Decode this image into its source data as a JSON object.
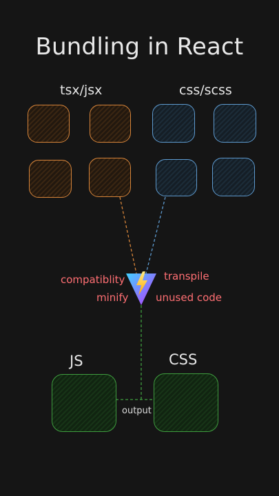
{
  "title": "Bundling in React",
  "groups": {
    "left_label": "tsx/jsx",
    "right_label": "css/scss"
  },
  "tags": {
    "compat": "compatiblity",
    "transpile": "transpile",
    "minify": "minify",
    "unused": "unused code"
  },
  "outputs": {
    "js": "JS",
    "css": "CSS",
    "connector": "output"
  },
  "colors": {
    "source_js": "#d8853a",
    "source_css": "#5e9bd0",
    "output": "#3f9d3f",
    "tag_text": "#ff6f73"
  },
  "icons": [
    "vite-logo-icon"
  ]
}
